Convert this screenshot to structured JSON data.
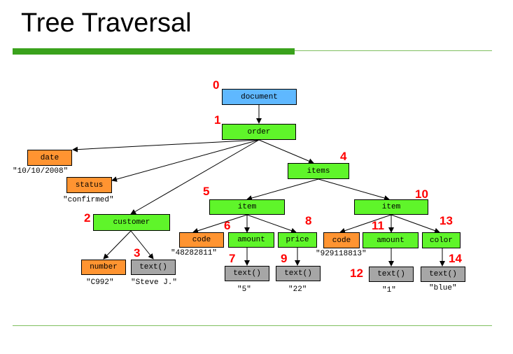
{
  "title": "Tree Traversal",
  "colors": {
    "root": "#5fb8ff",
    "element": "#5ff52a",
    "attribute": "#ff9431",
    "text_node": "#a6a6a6",
    "order_number": "#ff0000",
    "accent_rule": "#3aa21c"
  },
  "nodes": {
    "document": {
      "label": "document",
      "order": "0"
    },
    "order": {
      "label": "order",
      "order": "1"
    },
    "date": {
      "label": "date",
      "value": "\"10/10/2008\""
    },
    "status": {
      "label": "status",
      "value": "\"confirmed\""
    },
    "customer": {
      "label": "customer",
      "order": "2"
    },
    "number": {
      "label": "number",
      "value": "\"C992\""
    },
    "cust_text": {
      "label": "text()",
      "order": "3",
      "value": "\"Steve J.\""
    },
    "items": {
      "label": "items",
      "order": "4"
    },
    "item1": {
      "label": "item",
      "order": "5"
    },
    "code1": {
      "label": "code",
      "value": "\"48282811\""
    },
    "amount1": {
      "label": "amount",
      "order": "6"
    },
    "amount1_text": {
      "label": "text()",
      "order": "7",
      "value": "\"5\""
    },
    "price1": {
      "label": "price",
      "order": "8"
    },
    "price1_text": {
      "label": "text()",
      "order": "9",
      "value": "\"22\""
    },
    "item2": {
      "label": "item",
      "order": "10"
    },
    "code2": {
      "label": "code",
      "value": "\"929118813\""
    },
    "amount2": {
      "label": "amount",
      "order": "11"
    },
    "amount2_text": {
      "label": "text()",
      "order": "12",
      "value": "\"1\""
    },
    "color2": {
      "label": "color",
      "order": "13"
    },
    "color2_text": {
      "label": "text()",
      "order": "14",
      "value": "\"blue\""
    }
  }
}
